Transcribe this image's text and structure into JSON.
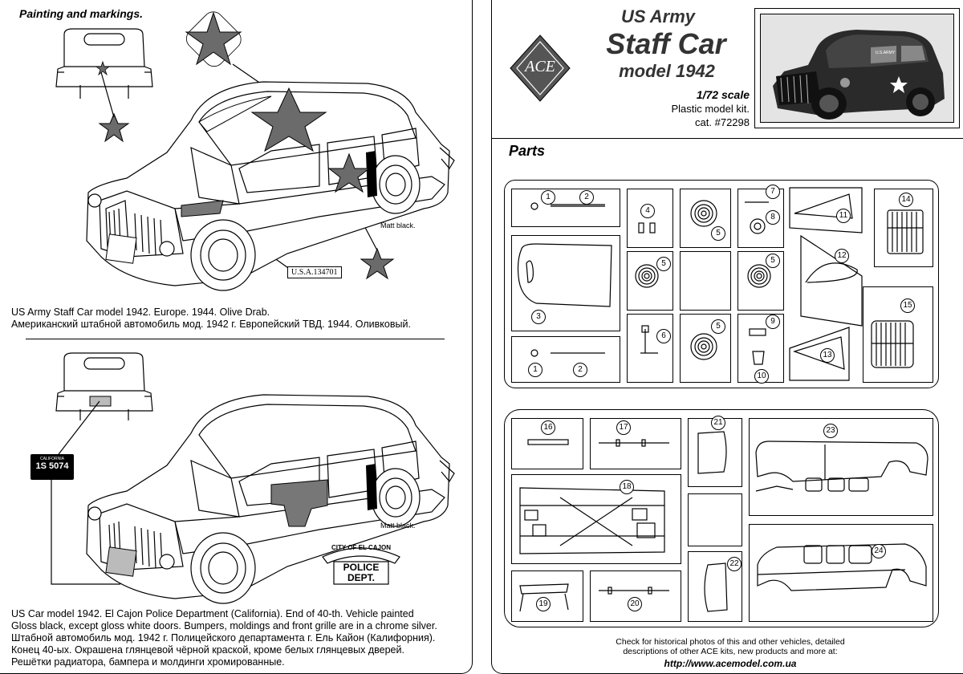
{
  "left": {
    "header": "Painting and markings.",
    "scheme1": {
      "matt_label": "Matt black.",
      "serial_plate": "U.S.A.134701",
      "caption_lines": [
        "US Army Staff Car model 1942. Europe. 1944. Olive Drab.",
        "Американский штабной автомобиль мод. 1942 г. Европейский ТВД. 1944. Оливковый."
      ]
    },
    "scheme2": {
      "matt_label": "Matt black.",
      "plate_top": "CALIFORNIA",
      "plate_text": "1S 5074",
      "badge_arc": "CITY OF EL CAJON",
      "badge_line1": "POLICE",
      "badge_line2": "DEPT.",
      "caption_lines": [
        "US Car model 1942. El Cajon Police Department (California). End of 40-th. Vehicle painted",
        "Gloss black, except gloss white doors. Bumpers, moldings and front grille are in a chrome silver.",
        "Штабной автомобиль мод. 1942 г. Полицейского департамента г. Ель Кайон (Калифорния).",
        "Конец 40-ых. Окрашена глянцевой чёрной краской, кроме белых глянцевых дверей.",
        "Решётки радиатора, бампера и молдинги хромированные."
      ]
    }
  },
  "right": {
    "logo_text": "ACE",
    "title1": "US Army",
    "title2": "Staff Car",
    "title3": "model 1942",
    "scale": "1/72 scale",
    "kit": "Plastic model kit.",
    "cat": "cat. #72298",
    "photo_door_text": "U.S.ARMY",
    "parts_header": "Parts",
    "footer_line1": "Check for historical photos of this and  other vehicles, detailed",
    "footer_line2": "descriptions of other ACE kits, new products and more at:",
    "footer_url": "http://www.acemodel.com.ua",
    "part_numbers": [
      "1",
      "2",
      "3",
      "4",
      "5",
      "6",
      "7",
      "8",
      "9",
      "10",
      "11",
      "12",
      "13",
      "14",
      "15",
      "16",
      "17",
      "18",
      "19",
      "20",
      "21",
      "22",
      "23",
      "24"
    ]
  },
  "colors": {
    "olive": "#6f6f6f",
    "star": "#6b6b6b",
    "photo_bg": "#cfcfcf",
    "logo": "#555555"
  }
}
